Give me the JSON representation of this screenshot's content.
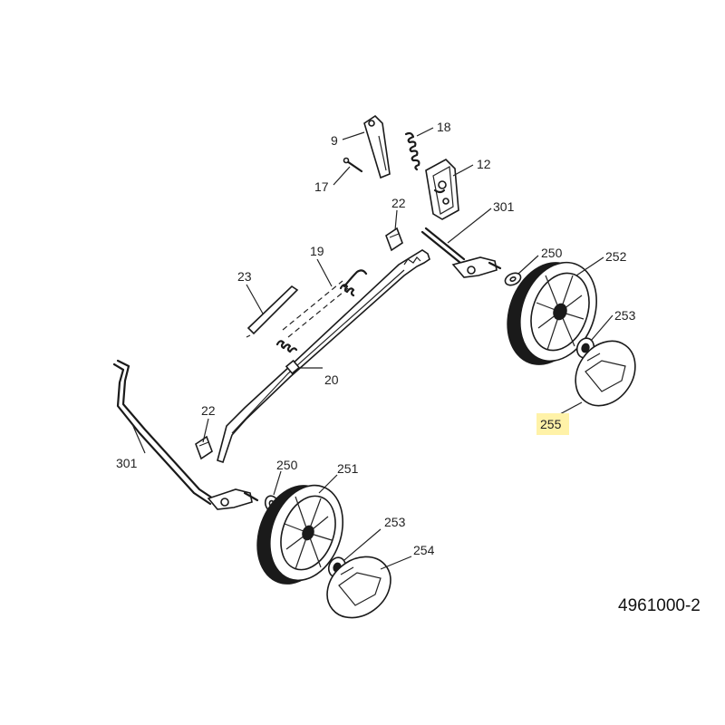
{
  "diagram": {
    "drawing_code": "4961000-2",
    "highlight_color": "#fff2a8",
    "callouts": {
      "c9": "9",
      "c18": "18",
      "c12": "12",
      "c17": "17",
      "c22a": "22",
      "c301a": "301",
      "c250a": "250",
      "c252": "252",
      "c19": "19",
      "c23": "23",
      "c253a": "253",
      "c20": "20",
      "c255": "255",
      "c22b": "22",
      "c301b": "301",
      "c250b": "250",
      "c251": "251",
      "c253b": "253",
      "c254": "254"
    }
  }
}
